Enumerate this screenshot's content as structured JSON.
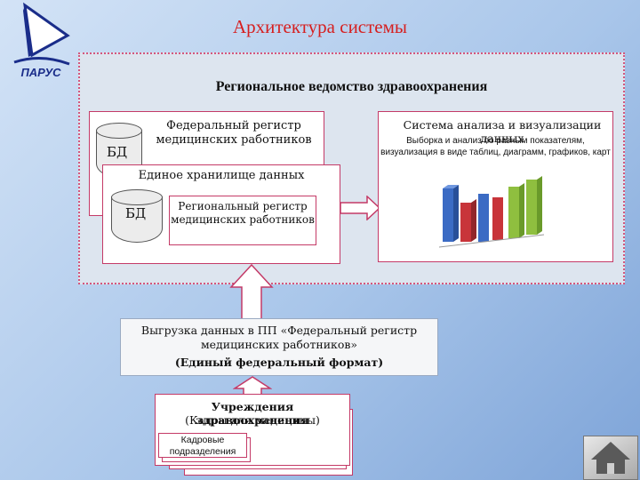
{
  "title": "Архитектура системы",
  "logo": {
    "icon": "parus-logo-icon",
    "text": "ПАРУС"
  },
  "region": {
    "title": "Региональное ведомство здравоохранения"
  },
  "federal_register": {
    "title": "Федеральный регистр медицинских работников",
    "db_label": "БД"
  },
  "storage": {
    "title": "Единое хранилище данных",
    "db_label": "БД",
    "regional_register": "Региональный регистр медицинских работников"
  },
  "analysis": {
    "title": "Система анализа и визуализации данных",
    "desc": "Выборка и анализ по разным показателям, визуализация в виде таблиц, диаграмм, графиков, карт",
    "chart_icon": "3d-bar-chart-icon"
  },
  "export": {
    "line1": "Выгрузка данных в ПП «Федеральный регистр медицинских работников»",
    "line2": "(Единый федеральный формат)"
  },
  "institutions": {
    "title": "Учреждения здравоохранения",
    "subtitle": "(Кадры для медицины)",
    "hr_dept": "Кадровые подразделения"
  },
  "nav": {
    "icon": "home-icon"
  },
  "colors": {
    "title": "#d61f1f",
    "border": "#c43a67",
    "arrow_fill": "#ffffff"
  }
}
